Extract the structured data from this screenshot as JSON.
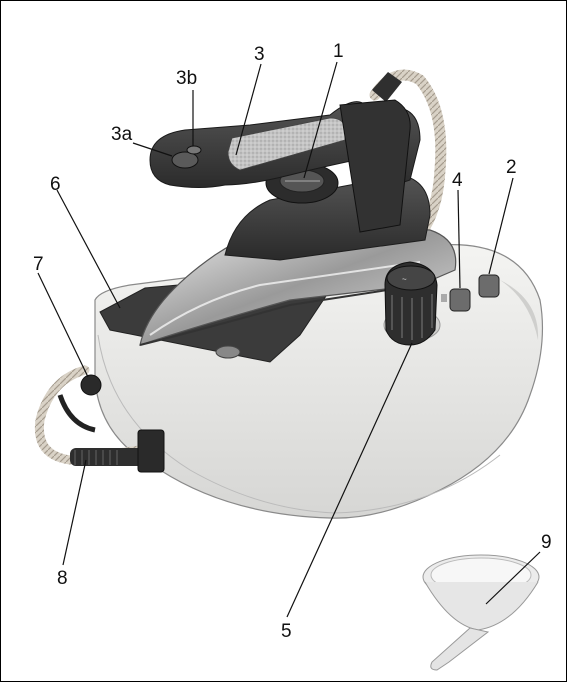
{
  "labels": {
    "l1": "1",
    "l2": "2",
    "l3": "3",
    "l3a": "3a",
    "l3b": "3b",
    "l4": "4",
    "l5": "5",
    "l6": "6",
    "l7": "7",
    "l8": "8",
    "l9": "9"
  },
  "colors": {
    "body": "#e9e9e7",
    "dark": "#3a3a3a",
    "grip": "#bdbdbd",
    "soleplate": "#c9c9c9",
    "cord": "#d8d0c4"
  }
}
